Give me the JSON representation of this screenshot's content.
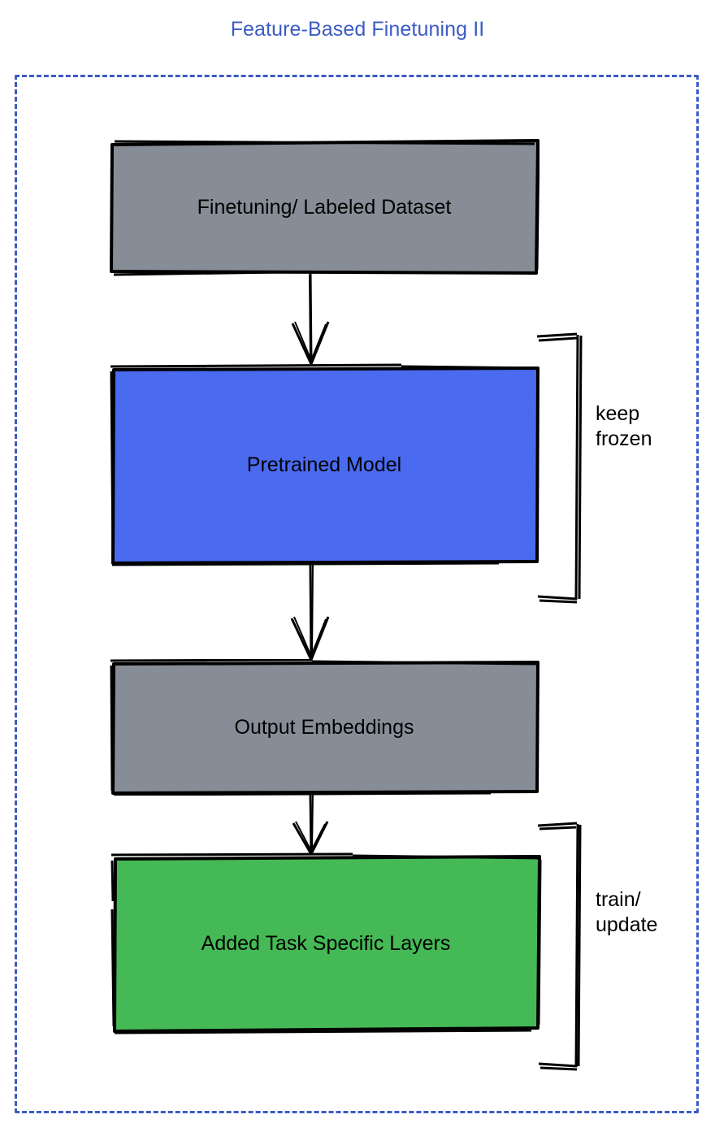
{
  "title": "Feature-Based Finetuning II",
  "colors": {
    "title": "#3b5bc4",
    "frame_border": "#3b5bc4",
    "gray_fill": "#878d96",
    "blue_fill": "#4a6af0",
    "green_fill": "#45b955",
    "stroke": "#000000",
    "background": "#ffffff"
  },
  "frame": {
    "style": "dashed"
  },
  "nodes": [
    {
      "id": "dataset",
      "label": "Finetuning/ Labeled Dataset",
      "fill": "gray"
    },
    {
      "id": "pretrained",
      "label": "Pretrained Model",
      "fill": "blue"
    },
    {
      "id": "embeddings",
      "label": "Output Embeddings",
      "fill": "gray"
    },
    {
      "id": "tasklayers",
      "label": "Added Task Specific Layers",
      "fill": "green"
    }
  ],
  "edges": [
    {
      "id": "edge-1",
      "from": "dataset",
      "to": "pretrained",
      "type": "arrow-down"
    },
    {
      "id": "edge-2",
      "from": "pretrained",
      "to": "embeddings",
      "type": "arrow-down"
    },
    {
      "id": "edge-3",
      "from": "embeddings",
      "to": "tasklayers",
      "type": "arrow-down"
    }
  ],
  "annotations": [
    {
      "id": "keep-frozen",
      "target": "pretrained",
      "label": "keep\nfrozen",
      "bracket": "right"
    },
    {
      "id": "train-update",
      "target": "tasklayers",
      "label": "train/\nupdate",
      "bracket": "right"
    }
  ],
  "labels": {
    "dataset": "Finetuning/ Labeled Dataset",
    "pretrained": "Pretrained Model",
    "embeddings": "Output Embeddings",
    "tasklayers": "Added Task Specific Layers",
    "keep_frozen": "keep\nfrozen",
    "train_update": "train/\nupdate"
  }
}
